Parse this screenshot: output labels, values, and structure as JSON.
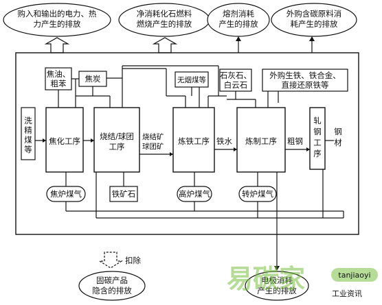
{
  "emissions": {
    "purchased_power": [
      "购入和输出的电力、热",
      "力产生的排放"
    ],
    "fossil_fuel": [
      "净消耗化石燃料",
      "燃烧产生的排放"
    ],
    "flux": [
      "熔剂消耗",
      "产生的排放"
    ],
    "carbon_material": [
      "外购含碳原料消",
      "耗产生的排放"
    ],
    "electrode": [
      "电极消耗",
      "产生的排放"
    ],
    "fixed_carbon": [
      "固碳产品",
      "隐含的排放"
    ],
    "deduct_label": "扣除"
  },
  "inputs": {
    "washed_coal": [
      "洗",
      "精",
      "煤",
      "等"
    ],
    "coke_tar": [
      "焦油、",
      "粗苯"
    ],
    "coke": "焦炭",
    "anthracite": "无烟煤等",
    "limestone": [
      "石灰石、",
      "白云石"
    ],
    "purchased_iron": [
      "外购生铁、铁合金、",
      "直接还原铁等"
    ]
  },
  "processes": {
    "coking": "焦化工序",
    "sintering": [
      "烧结/球团",
      "工序"
    ],
    "ironmaking": "炼铁工序",
    "steelmaking": "炼制工序",
    "rolling": [
      "轧",
      "钢",
      "工",
      "序"
    ]
  },
  "flows": {
    "sinter_pellet": [
      "烧结矿",
      "球团矿"
    ],
    "molten_iron": "铁水",
    "crude_steel": "粗钢",
    "steel_product": [
      "钢",
      "材"
    ]
  },
  "gases": {
    "coke_oven_gas": "焦炉煤气",
    "iron_ore": "铁矿石",
    "blast_furnace_gas": "高炉煤气",
    "converter_gas": "转炉煤气"
  },
  "watermark": {
    "brand": "易碳家",
    "site": "tanjiaoyi",
    "note": "工业资讯"
  }
}
